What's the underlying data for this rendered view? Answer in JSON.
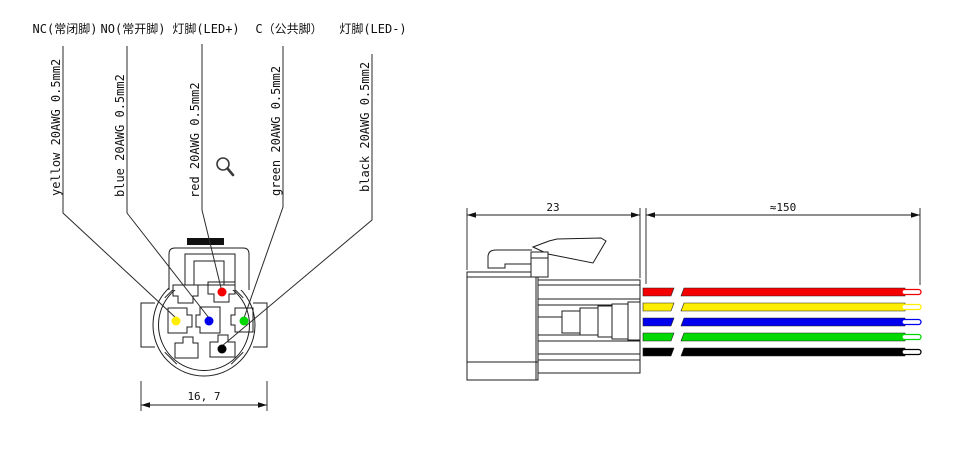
{
  "diagram_title": "push-button-switch-connector-wiring-drawing",
  "front_view": {
    "pins": [
      {
        "id": "NC",
        "label": "NC(常闭脚)",
        "wire_label": "yellow 20AWG 0.5mm2",
        "color_name": "yellow",
        "color": "#ffee00"
      },
      {
        "id": "NO",
        "label": "NO(常开脚)",
        "wire_label": "blue 20AWG 0.5mm2",
        "color_name": "blue",
        "color": "#0000ee"
      },
      {
        "id": "LED+",
        "label": "灯脚(LED+)",
        "wire_label": "red 20AWG 0.5mm2",
        "color_name": "red",
        "color": "#f50000"
      },
      {
        "id": "C",
        "label": "C（公共脚）",
        "wire_label": "green 20AWG 0.5mm2",
        "color_name": "green",
        "color": "#00d900"
      },
      {
        "id": "LED-",
        "label": "灯脚(LED-)",
        "wire_label": "black 20AWG 0.5mm2",
        "color_name": "black",
        "color": "#000000"
      }
    ],
    "diameter_dim": "16, 7"
  },
  "side_view": {
    "body_length_dim": "23",
    "wire_length_dim": "≈150",
    "wires": [
      {
        "name": "red",
        "color": "#f50000"
      },
      {
        "name": "yellow",
        "color": "#ffee00"
      },
      {
        "name": "blue",
        "color": "#0000ee"
      },
      {
        "name": "green",
        "color": "#00d900"
      },
      {
        "name": "black",
        "color": "#000000"
      }
    ]
  },
  "icons": {
    "magnifier": "magnifier-icon"
  }
}
